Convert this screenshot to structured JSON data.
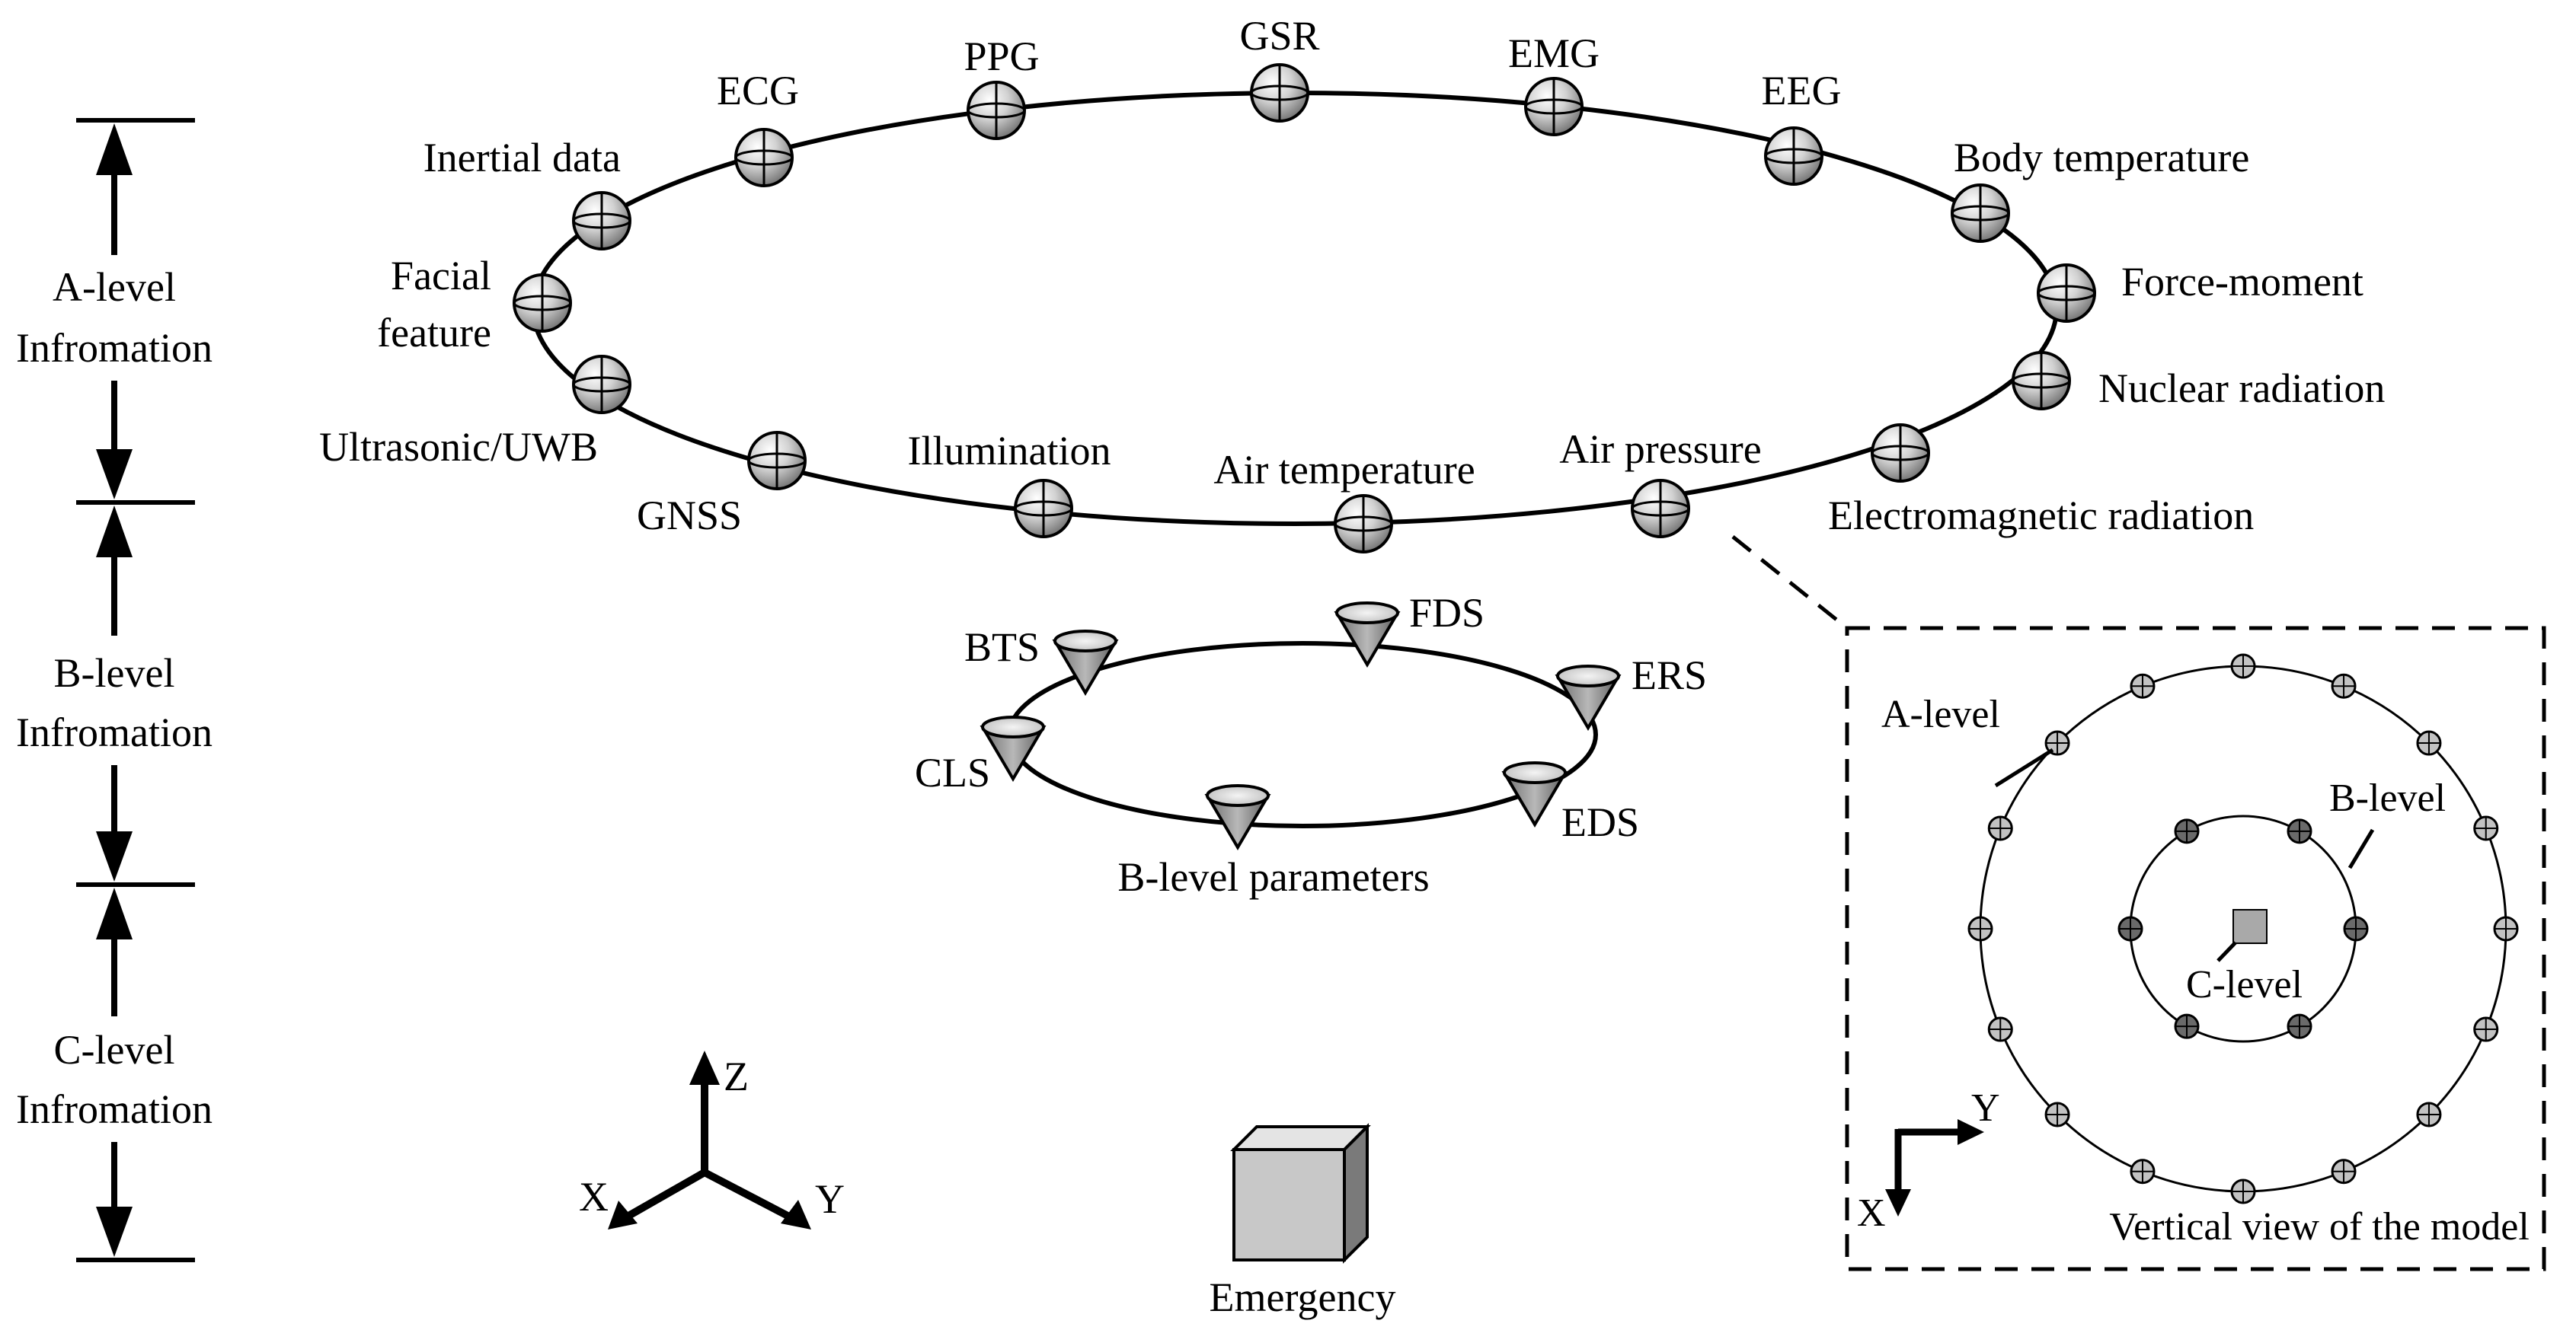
{
  "levels": {
    "a": [
      "A-level",
      "Infromation"
    ],
    "b": [
      "B-level",
      "Infromation"
    ],
    "c": [
      "C-level",
      "Infromation"
    ]
  },
  "ring_a": {
    "sensors": [
      "ECG",
      "PPG",
      "GSR",
      "EMG",
      "EEG",
      "Inertial data",
      "Body temperature",
      "Facial",
      "feature",
      "Force-moment",
      "Nuclear radiation",
      "Ultrasonic/UWB",
      "GNSS",
      "Illumination",
      "Air temperature",
      "Air pressure",
      "Electromagnetic radiation"
    ]
  },
  "ring_b": {
    "sensors": [
      "BTS",
      "FDS",
      "ERS",
      "CLS",
      "EDS"
    ],
    "caption": "B-level  parameters"
  },
  "axes_3d": {
    "z": "Z",
    "x": "X",
    "y": "Y"
  },
  "emergency": {
    "label": "Emergency"
  },
  "inset": {
    "a_label": "A-level",
    "b_label": "B-level",
    "c_label": "C-level",
    "axis_y": "Y",
    "axis_x": "X",
    "caption": "Vertical view of the model"
  },
  "colors": {
    "sphere_light": "#f2f2f2",
    "sphere_dark": "#707070",
    "cone": "#9a9a9a",
    "cube_top": "#e4e4e4",
    "cube_front": "#c8c8c8",
    "cube_side": "#7a7a7a",
    "square": "#a9a9a9"
  }
}
